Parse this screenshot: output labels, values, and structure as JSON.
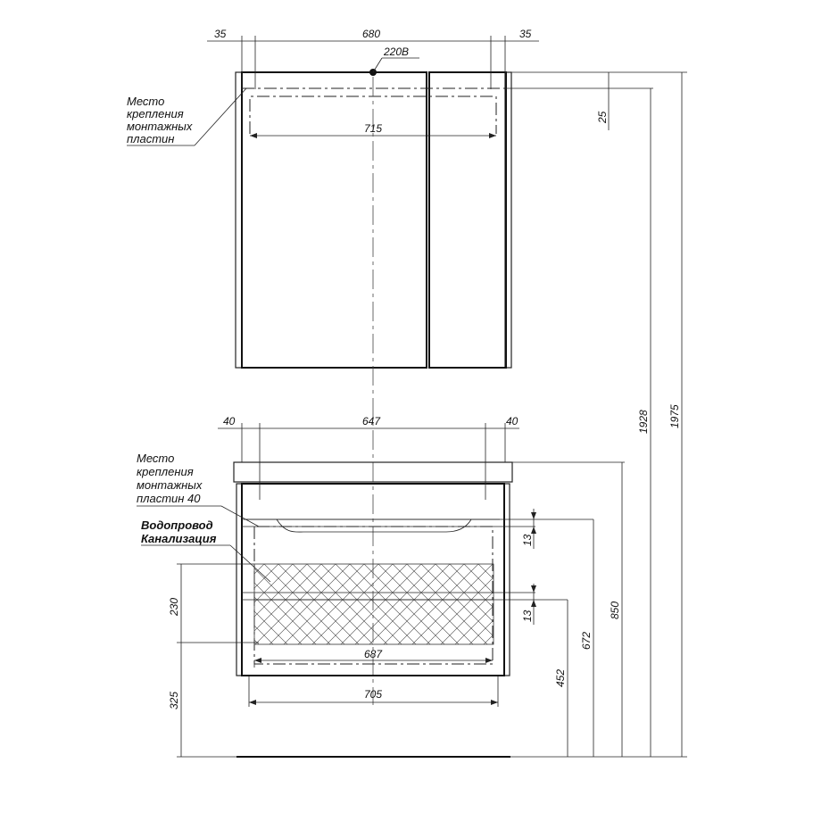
{
  "upper_cabinet": {
    "dim_side_left": "35",
    "dim_width_top": "680",
    "dim_side_right": "35",
    "power_label": "220В",
    "dim_inner_width": "715",
    "dim_top_offset": "25"
  },
  "lower_cabinet": {
    "dim_side_left": "40",
    "dim_width_top": "647",
    "dim_side_right": "40",
    "dim_inner_width": "687",
    "dim_bottom_width": "705",
    "dim_drawer_gap_top": "13",
    "dim_drawer_gap_mid": "13"
  },
  "heights": {
    "h_230": "230",
    "h_325": "325",
    "h_452": "452",
    "h_672": "672",
    "h_850": "850",
    "h_1928": "1928",
    "h_1975": "1975"
  },
  "callouts": {
    "mount_plates_top": [
      "Место",
      "крепления",
      "монтажных",
      "пластин"
    ],
    "mount_plates_bottom": [
      "Место",
      "крепления",
      "монтажных",
      "пластин 40"
    ],
    "pipes": [
      "Водопровод",
      "Канализация"
    ]
  }
}
